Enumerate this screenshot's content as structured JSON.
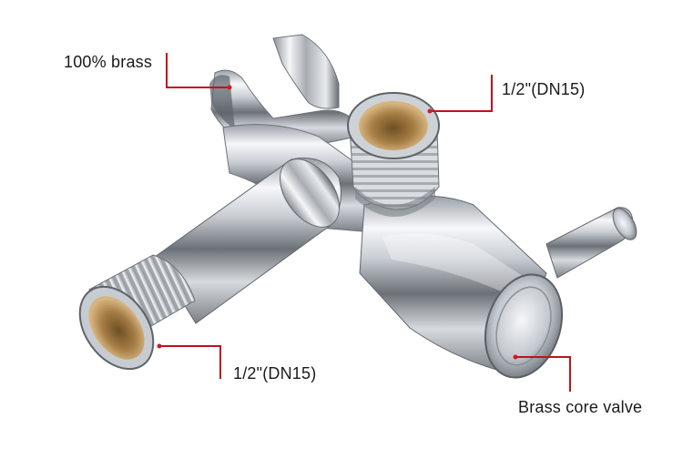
{
  "image": {
    "subject": "chrome-plated brass angle valve with shower holder"
  },
  "labels": {
    "material": "100% brass",
    "outlet_thread": "1/2\"(DN15)",
    "inlet_thread": "1/2\"(DN15)",
    "valve_core": "Brass core valve"
  },
  "colors": {
    "background": "#ffffff",
    "pointer_line": "#c0121b",
    "pointer_dot": "#d31822",
    "label_text": "#1a1a1a",
    "chrome_light": "#f4f6f8",
    "chrome_dark": "#5b6066",
    "brass_inner": "#b0874e"
  }
}
